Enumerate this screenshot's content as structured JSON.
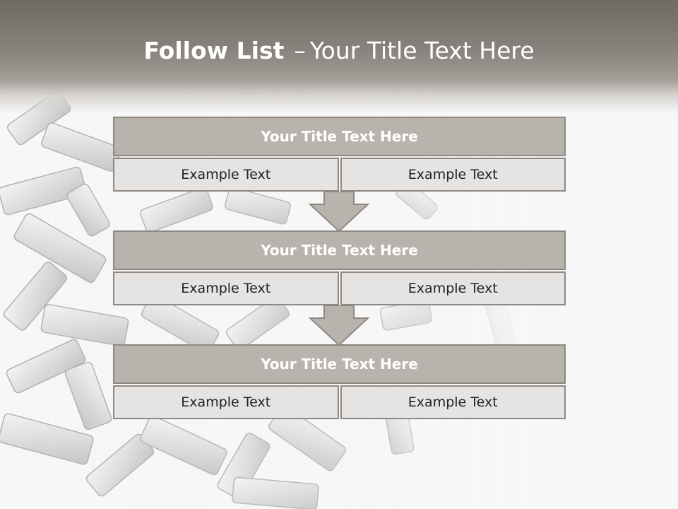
{
  "slide": {
    "title_bold": "Follow List",
    "title_dash": "–",
    "title_rest": "Your Title Text Here"
  },
  "steps": [
    {
      "title": "Your Title Text Here",
      "left": "Example Text",
      "right": "Example Text"
    },
    {
      "title": "Your Title Text Here",
      "left": "Example Text",
      "right": "Example Text"
    },
    {
      "title": "Your Title Text Here",
      "left": "Example Text",
      "right": "Example Text"
    }
  ],
  "colors": {
    "header_bar": "#8a837d",
    "block_title": "#b9b3ae",
    "block_border": "#8f8882",
    "cell": "#e5e4e3",
    "arrow": "#b9b3ae"
  }
}
